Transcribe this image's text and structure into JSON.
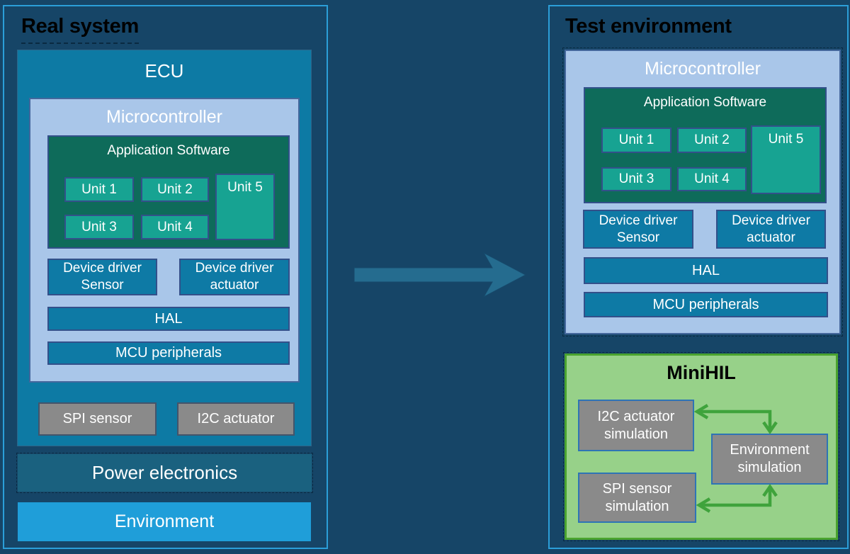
{
  "left_panel": {
    "title": "Real system",
    "ecu_label": "ECU",
    "micro_label": "Microcontroller",
    "app_label": "Application Software",
    "units": [
      "Unit 1",
      "Unit 2",
      "Unit 3",
      "Unit 4",
      "Unit 5"
    ],
    "dd_sensor": "Device driver\nSensor",
    "dd_actuator": "Device driver\nactuator",
    "hal": "HAL",
    "mcu_peripherals": "MCU peripherals",
    "spi_sensor": "SPI sensor",
    "i2c_actuator": "I2C actuator",
    "power_electronics": "Power electronics",
    "environment": "Environment"
  },
  "transfer_arrow": {
    "name": "right-arrow",
    "direction": "right",
    "color": "#256c8f"
  },
  "right_panel": {
    "title": "Test environment",
    "micro_label": "Microcontroller",
    "app_label": "Application Software",
    "units": [
      "Unit 1",
      "Unit 2",
      "Unit 3",
      "Unit 4",
      "Unit 5"
    ],
    "dd_sensor": "Device driver\nSensor",
    "dd_actuator": "Device driver\nactuator",
    "hal": "HAL",
    "mcu_peripherals": "MCU peripherals",
    "minihil": {
      "title": "MiniHIL",
      "i2c_sim": "I2C actuator\nsimulation",
      "spi_sim": "SPI sensor\nsimulation",
      "env_sim": "Environment\nsimulation",
      "connector_color": "#3fa33c",
      "connectors": [
        "env-simulation <-> i2c-actuator-simulation",
        "env-simulation <-> spi-sensor-simulation"
      ]
    }
  },
  "colors": {
    "bg": "#164567",
    "panelBorder": "#2b9ed8",
    "ecu": "#0d7aa4",
    "lightblue": "#a9c6e9",
    "darkgreen": "#0e6b5a",
    "unit": "#17a392",
    "teal": "#0e7aa5",
    "gray": "#8a8a8a",
    "power": "#1a617f",
    "env": "#1f9ed9",
    "hilbg": "#97d189",
    "hilborder": "#4aa32e",
    "arrow": "#256c8f",
    "connector": "#3fa33c"
  }
}
